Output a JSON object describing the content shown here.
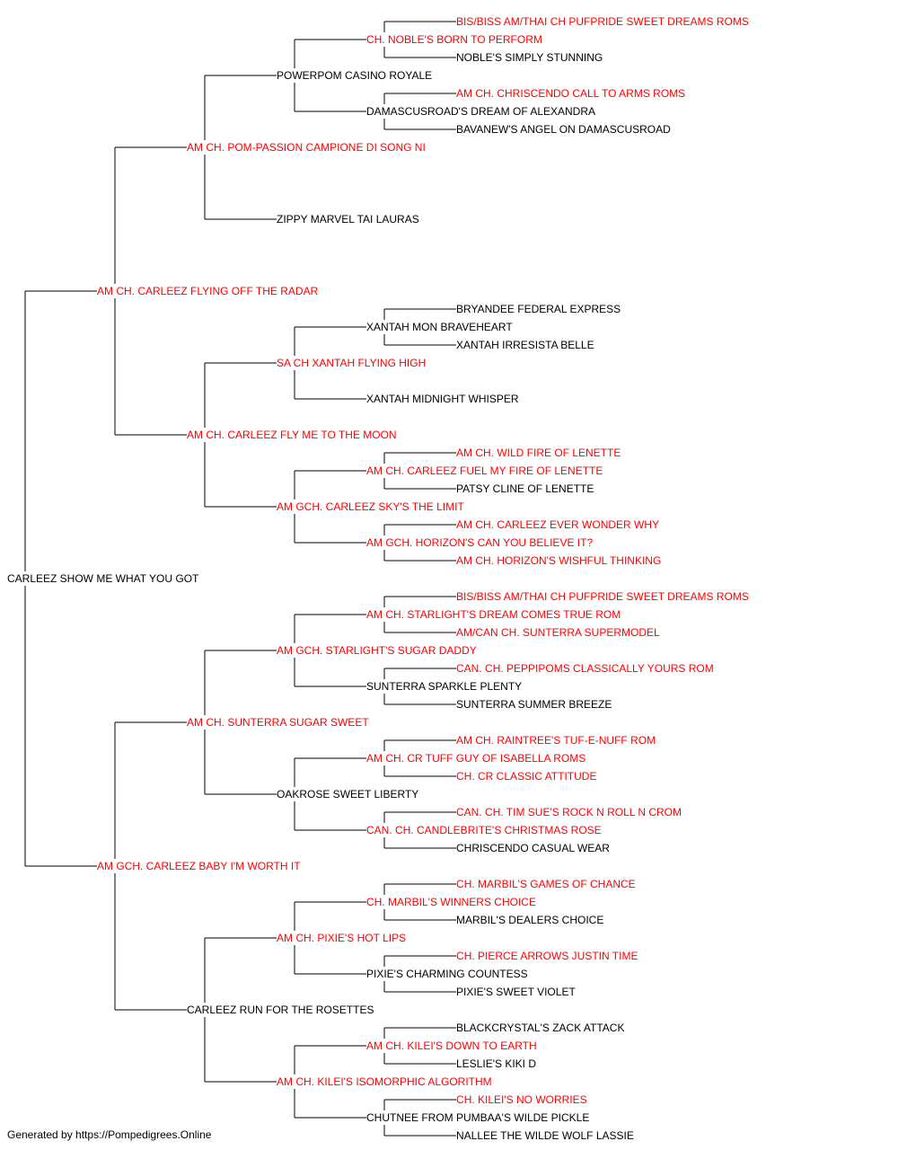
{
  "colors": {
    "champion": "#ff0000",
    "normal": "#000000",
    "line": "#000000"
  },
  "pedigree": {
    "name": "CARLEEZ SHOW ME WHAT YOU GOT",
    "champion": false,
    "sire": {
      "name": "AM CH. CARLEEZ FLYING OFF THE RADAR",
      "champion": true,
      "sire": {
        "name": "AM CH. POM-PASSION CAMPIONE DI SONG NI",
        "champion": true,
        "sire": {
          "name": "POWERPOM CASINO ROYALE",
          "champion": false,
          "sire": {
            "name": "CH. NOBLE'S BORN TO PERFORM",
            "champion": true,
            "sire": {
              "name": "BIS/BISS AM/THAI CH PUFPRIDE SWEET DREAMS ROMS",
              "champion": true
            },
            "dam": {
              "name": "NOBLE'S SIMPLY STUNNING",
              "champion": false
            }
          },
          "dam": {
            "name": "DAMASCUSROAD'S DREAM OF ALEXANDRA",
            "champion": false,
            "sire": {
              "name": "AM CH. CHRISCENDO CALL TO ARMS ROMS",
              "champion": true
            },
            "dam": {
              "name": "BAVANEW'S ANGEL ON DAMASCUSROAD",
              "champion": false
            }
          }
        },
        "dam": {
          "name": "ZIPPY MARVEL TAI LAURAS",
          "champion": false
        }
      },
      "dam": {
        "name": "AM CH. CARLEEZ FLY ME TO THE MOON",
        "champion": true,
        "sire": {
          "name": "SA CH XANTAH FLYING HIGH",
          "champion": true,
          "sire": {
            "name": "XANTAH MON BRAVEHEART",
            "champion": false,
            "sire": {
              "name": "BRYANDEE FEDERAL EXPRESS",
              "champion": false
            },
            "dam": {
              "name": "XANTAH IRRESISTA BELLE",
              "champion": false
            }
          },
          "dam": {
            "name": "XANTAH MIDNIGHT WHISPER",
            "champion": false
          }
        },
        "dam": {
          "name": "AM GCH. CARLEEZ SKY'S THE LIMIT",
          "champion": true,
          "sire": {
            "name": "AM CH. CARLEEZ FUEL MY FIRE OF LENETTE",
            "champion": true,
            "sire": {
              "name": "AM CH. WILD FIRE OF LENETTE",
              "champion": true
            },
            "dam": {
              "name": "PATSY CLINE OF LENETTE",
              "champion": false
            }
          },
          "dam": {
            "name": "AM GCH. HORIZON'S CAN YOU BELIEVE IT?",
            "champion": true,
            "sire": {
              "name": "AM CH. CARLEEZ EVER WONDER WHY",
              "champion": true
            },
            "dam": {
              "name": "AM CH. HORIZON'S WISHFUL THINKING",
              "champion": true
            }
          }
        }
      }
    },
    "dam": {
      "name": "AM GCH. CARLEEZ BABY I'M WORTH IT",
      "champion": true,
      "sire": {
        "name": "AM CH. SUNTERRA SUGAR SWEET",
        "champion": true,
        "sire": {
          "name": "AM GCH. STARLIGHT'S SUGAR DADDY",
          "champion": true,
          "sire": {
            "name": "AM CH. STARLIGHT'S DREAM COMES TRUE ROM",
            "champion": true,
            "sire": {
              "name": "BIS/BISS AM/THAI CH PUFPRIDE SWEET DREAMS ROMS",
              "champion": true
            },
            "dam": {
              "name": "AM/CAN CH. SUNTERRA SUPERMODEL",
              "champion": true
            }
          },
          "dam": {
            "name": "SUNTERRA SPARKLE PLENTY",
            "champion": false,
            "sire": {
              "name": "CAN. CH. PEPPIPOMS CLASSICALLY YOURS ROM",
              "champion": true
            },
            "dam": {
              "name": "SUNTERRA SUMMER BREEZE",
              "champion": false
            }
          }
        },
        "dam": {
          "name": "OAKROSE SWEET LIBERTY",
          "champion": false,
          "sire": {
            "name": "AM CH. CR TUFF GUY OF ISABELLA ROMS",
            "champion": true,
            "sire": {
              "name": "AM CH. RAINTREE'S TUF-E-NUFF ROM",
              "champion": true
            },
            "dam": {
              "name": "CH. CR CLASSIC ATTITUDE",
              "champion": true
            }
          },
          "dam": {
            "name": "CAN. CH. CANDLEBRITE'S CHRISTMAS ROSE",
            "champion": true,
            "sire": {
              "name": "CAN. CH. TIM SUE'S ROCK N ROLL N CROM",
              "champion": true
            },
            "dam": {
              "name": "CHRISCENDO CASUAL WEAR",
              "champion": false
            }
          }
        }
      },
      "dam": {
        "name": "CARLEEZ RUN FOR THE ROSETTES",
        "champion": false,
        "sire": {
          "name": "AM CH. PIXIE'S HOT LIPS",
          "champion": true,
          "sire": {
            "name": "CH. MARBIL'S WINNERS CHOICE",
            "champion": true,
            "sire": {
              "name": "CH. MARBIL'S GAMES OF CHANCE",
              "champion": true
            },
            "dam": {
              "name": "MARBIL'S DEALERS CHOICE",
              "champion": false
            }
          },
          "dam": {
            "name": "PIXIE'S CHARMING COUNTESS",
            "champion": false,
            "sire": {
              "name": "CH. PIERCE ARROWS JUSTIN TIME",
              "champion": true
            },
            "dam": {
              "name": "PIXIE'S SWEET VIOLET",
              "champion": false
            }
          }
        },
        "dam": {
          "name": "AM CH. KILEI'S ISOMORPHIC ALGORITHM",
          "champion": true,
          "sire": {
            "name": "AM CH. KILEI'S DOWN TO EARTH",
            "champion": true,
            "sire": {
              "name": "BLACKCRYSTAL'S ZACK ATTACK",
              "champion": false
            },
            "dam": {
              "name": "LESLIE'S KIKI D",
              "champion": false
            }
          },
          "dam": {
            "name": "CHUTNEE FROM PUMBAA'S WILDE PICKLE",
            "champion": false,
            "sire": {
              "name": "CH. KILEI'S NO WORRIES",
              "champion": true
            },
            "dam": {
              "name": "NALLEE THE WILDE WOLF LASSIE",
              "champion": false
            }
          }
        }
      }
    }
  },
  "footer": "Generated by https://Pompedigrees.Online"
}
